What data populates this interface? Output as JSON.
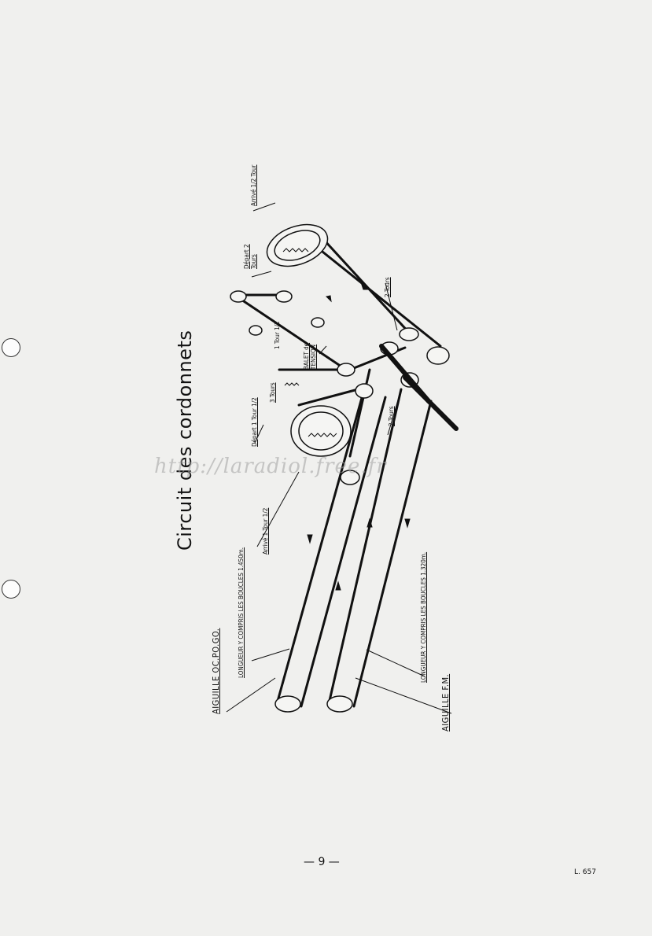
{
  "title": "Circuit des cordonnets",
  "labels": {
    "aiguille_oc": "AIGUILLE  OC.PO.GO.",
    "longueur_1": "LONGUEUR Y COMPRIS LES BOUCLES  1.450m.",
    "arrive_1tour_half": "Arrivé  1 Tour 1/2",
    "depart_1tour_half": "Départ 1 Tour 1/2",
    "trois_tours": "3 Tours",
    "un_tour_half": "1 Tour 1/2",
    "balet_de_tension": "BALET de TENSION",
    "depart_2tours": "Départ 2 Tours",
    "arrive_half_tour": "Arrivé 1/2 Tour",
    "deux_tours_top": "2 Tours",
    "deux_tours_bottom": "2 Tours",
    "aiguille_fm": "AIGUILLE  F.M.",
    "longueur_2": "LONGUEUR  Y  COMPRIS  LES  BOUCLES  1.320m."
  },
  "watermark": "http://laradiol.free.fr",
  "page_number": "— 9 —",
  "reference": "L.   657"
}
